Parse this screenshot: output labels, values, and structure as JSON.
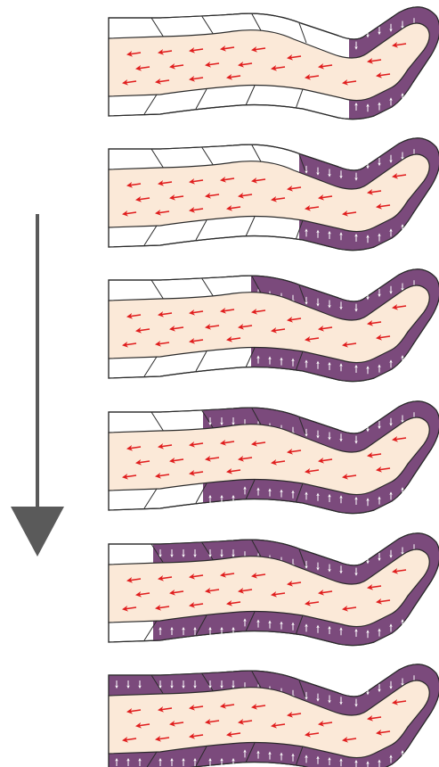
{
  "colors": {
    "background": "#ffffff",
    "skin": "#fbe9d8",
    "cuff_active": "#7b4a7c",
    "cuff_inactive": "#ffffff",
    "outline": "#2a2a2a",
    "flow_arrow": "#e01e1e",
    "pressure_arrow": "#ffffff",
    "sequence_arrow": "#5a5a5a"
  },
  "sequence_arrow_icon": "down-arrow-icon",
  "stages": [
    {
      "active_chambers": 1
    },
    {
      "active_chambers": 2
    },
    {
      "active_chambers": 3
    },
    {
      "active_chambers": 4
    },
    {
      "active_chambers": 5
    },
    {
      "active_chambers": 6
    }
  ],
  "total_chambers": 6
}
